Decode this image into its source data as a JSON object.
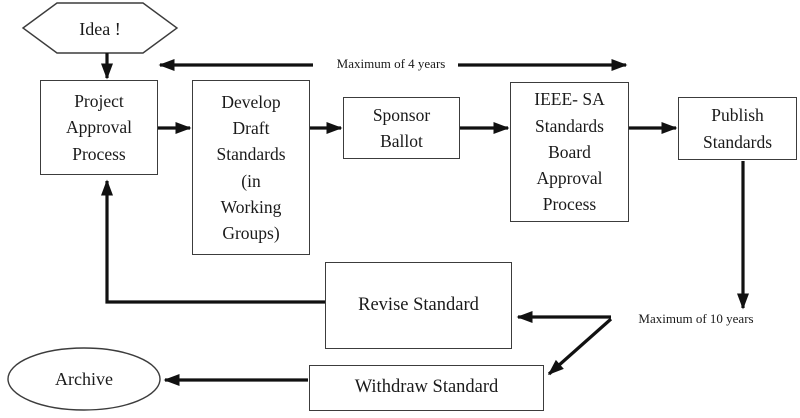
{
  "diagram": {
    "title": "IEEE standards development process flowchart",
    "colors": {
      "background": "#ffffff",
      "arrow": "#111111",
      "box_border": "#3c3c3c",
      "text": "#1a1a1a"
    },
    "nodes": {
      "idea": {
        "shape": "hexagon",
        "label": "Idea !"
      },
      "project": {
        "shape": "rect",
        "label": "Project\nApproval\nProcess"
      },
      "develop": {
        "shape": "rect",
        "label": "Develop\nDraft\nStandards\n(in\nWorking\nGroups)"
      },
      "sponsor": {
        "shape": "rect",
        "label": "Sponsor\nBallot"
      },
      "ieee": {
        "shape": "rect",
        "label": "IEEE- SA\nStandards\nBoard\nApproval\nProcess"
      },
      "publish": {
        "shape": "rect",
        "label": "Publish\nStandards"
      },
      "revise": {
        "shape": "rect",
        "label": "Revise Standard"
      },
      "withdraw": {
        "shape": "rect",
        "label": "Withdraw Standard"
      },
      "archive": {
        "shape": "ellipse",
        "label": "Archive"
      }
    },
    "edge_labels": {
      "max4": "Maximum of 4 years",
      "max10": "Maximum of 10 years"
    },
    "edges": [
      "idea -> project",
      "project -> develop",
      "develop -> sponsor",
      "sponsor -> ballot",
      "ieee -> publish",
      "publish -> max10",
      "max10 -> revise",
      "max10 -> withdraw",
      "revise -> project",
      "withdraw -> archive"
    ]
  }
}
